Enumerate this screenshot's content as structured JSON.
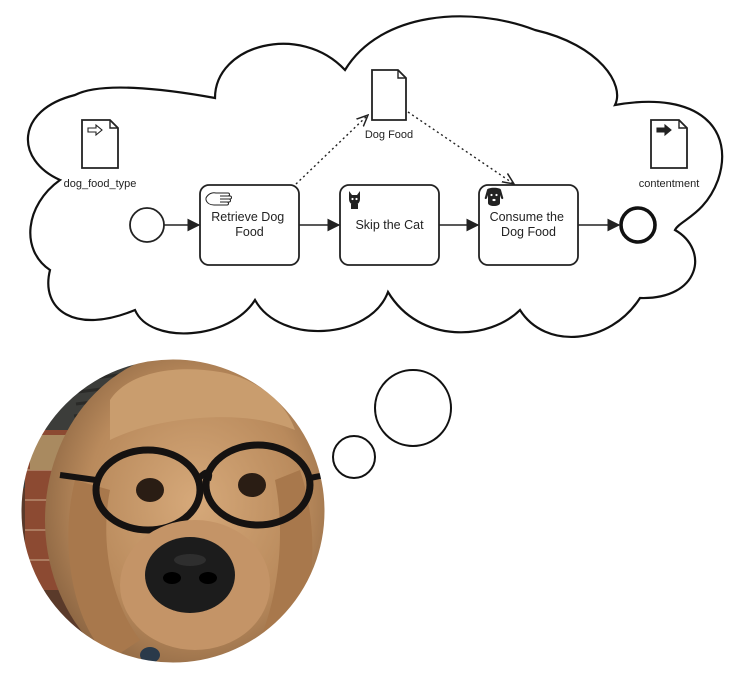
{
  "diagram": {
    "data_input": {
      "label": "dog_food_type"
    },
    "data_object": {
      "label": "Dog Food"
    },
    "data_output": {
      "label": "contentment"
    },
    "tasks": [
      {
        "lines": [
          "Retrieve Dog",
          "Food"
        ],
        "icon": "hand-icon"
      },
      {
        "lines": [
          "Skip the Cat"
        ],
        "icon": "cat-icon"
      },
      {
        "lines": [
          "Consume the",
          "Dog Food"
        ],
        "icon": "dog-icon"
      }
    ],
    "start_event": "start-event",
    "end_event": "end-event"
  },
  "photo": {
    "subject": "dog-wearing-glasses-photo"
  },
  "colors": {
    "stroke": "#222222",
    "fur": "#b8895a",
    "nose": "#1c1c1c"
  }
}
